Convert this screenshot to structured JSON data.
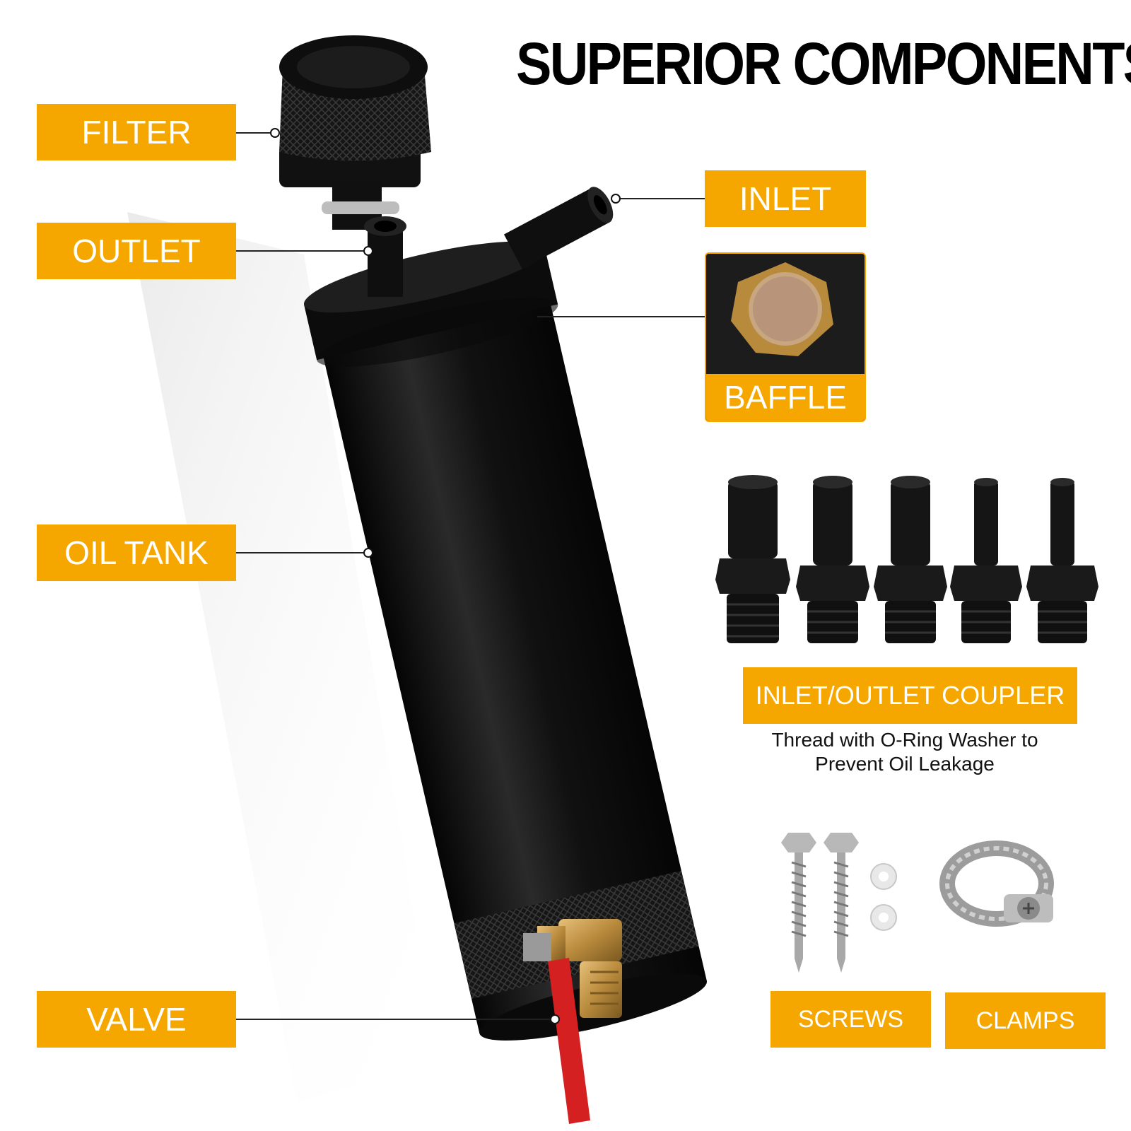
{
  "title": "SUPERIOR COMPONENTS",
  "colors": {
    "accent": "#f5a700",
    "tank": "#141414",
    "brass": "#c89a45",
    "handle": "#d42020"
  },
  "labels": {
    "filter": "FILTER",
    "outlet": "OUTLET",
    "inlet": "INLET",
    "baffle": "BAFFLE",
    "oil_tank": "OIL TANK",
    "valve": "VALVE",
    "coupler": "INLET/OUTLET COUPLER",
    "screws": "SCREWS",
    "clamps": "CLAMPS"
  },
  "coupler_note": "Thread with O-Ring Washer to Prevent Oil Leakage"
}
